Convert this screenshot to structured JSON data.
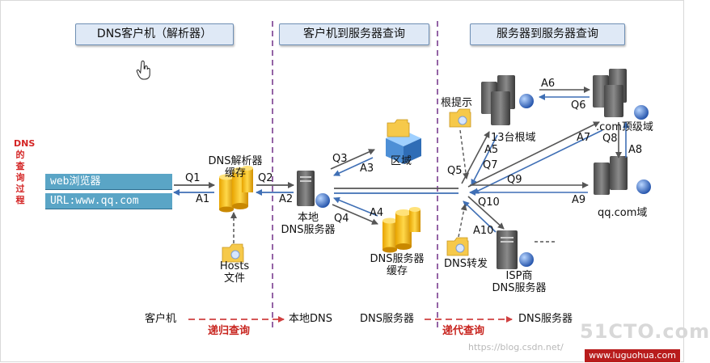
{
  "sections": {
    "client": "DNS客户机（解析器）",
    "client_to_server": "客户机到服务器查询",
    "server_to_server": "服务器到服务器查询"
  },
  "vertical_title": "DNS的查询过程",
  "browser": {
    "line1": "web浏览器",
    "line2": "URL:www.qq.com"
  },
  "resolver_cache": {
    "line1": "DNS解析器",
    "line2": "缓存"
  },
  "hosts_file": {
    "line1": "Hosts",
    "line2": "文件"
  },
  "local_dns": {
    "line1": "本地",
    "line2": "DNS服务器"
  },
  "zone": "区域",
  "dns_cache": {
    "line1": "DNS服务器",
    "line2": "缓存"
  },
  "root_hint": "根提示",
  "root_servers": "13台根域",
  "com_tld": ".com顶级域",
  "qq_domain": "qq.com域",
  "forwarder": "DNS转发",
  "isp_dns": {
    "line1": "ISP商",
    "line2": "DNS服务器"
  },
  "step_labels": {
    "q1": "Q1",
    "a1": "A1",
    "q2": "Q2",
    "a2": "A2",
    "q3": "Q3",
    "a3": "A3",
    "q4": "Q4",
    "a4": "A4",
    "q5": "Q5",
    "a5": "A5",
    "q6": "Q6",
    "a6": "A6",
    "q7": "Q7",
    "a7": "A7",
    "q8": "Q8",
    "a8": "A8",
    "q9": "Q9",
    "a9": "A9",
    "q10": "Q10",
    "a10": "A10"
  },
  "bottom_flow": {
    "client": "客户机",
    "recursive": "递归查询",
    "local_dns": "本地DNS",
    "dns_server": "DNS服务器",
    "iterative": "递代查询",
    "dns_server_2": "DNS服务器"
  },
  "watermark": {
    "csdn": "https://blog.csdn.net/",
    "logo": "51CTO.com",
    "site": "www.luguohua.com"
  },
  "colors": {
    "section_fill": "#dfe9f6",
    "browser_fill": "#5aa5c6",
    "divider": "#7a3d8f",
    "arrow_dark": "#555555",
    "arrow_blue": "#3f6fb5",
    "recursive_text": "#c8251f",
    "bottom_arrow": "#d04040"
  }
}
